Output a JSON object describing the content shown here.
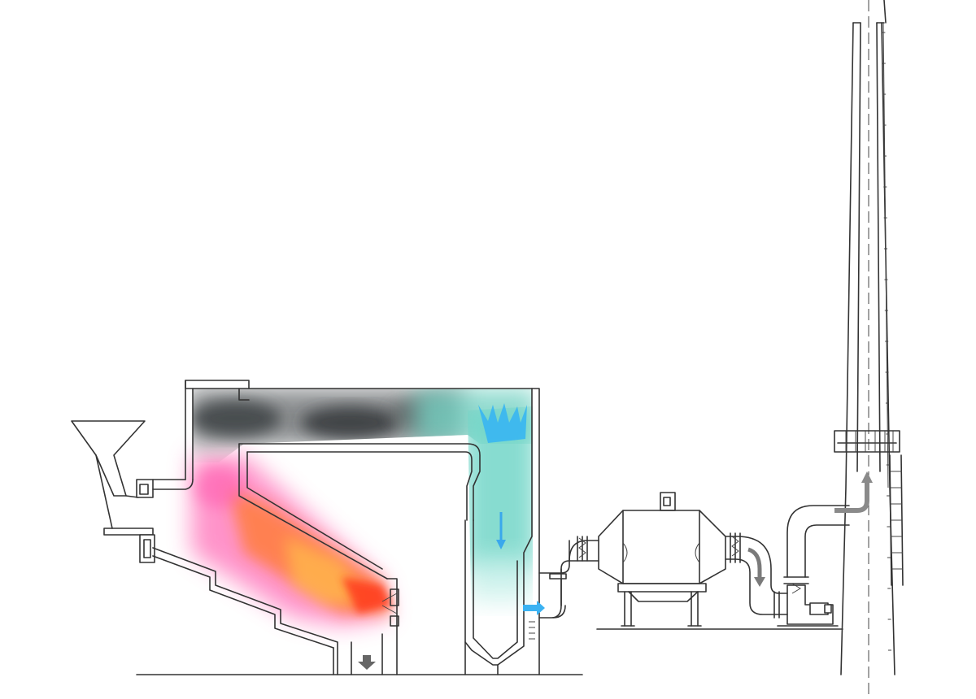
{
  "diagram": {
    "type": "process-schematic",
    "components": [
      "feed-hopper",
      "inclined-grate-furnace",
      "flue-gas-duct",
      "spray-quench-tower",
      "reactor-unit",
      "induced-draft-fan",
      "chimney-stack"
    ],
    "flow_arrows": [
      "ash-discharge-down",
      "quench-flow-down",
      "gas-to-reactor",
      "gas-to-fan",
      "gas-up-stack"
    ]
  },
  "colors": {
    "flame_hot": "#ff3b1a",
    "flame_orange": "#ff7a2a",
    "flame_pink": "#ff5fb0",
    "flame_yellow": "#ffd04a",
    "smoke_dark": "#4a4a4a",
    "smoke_grey": "#8e9294",
    "quench_cyan": "#6fd6c9",
    "water_spray": "#38b6f2",
    "gas_arrow_grey": "#8a8a8a",
    "line_work": "#333333"
  }
}
